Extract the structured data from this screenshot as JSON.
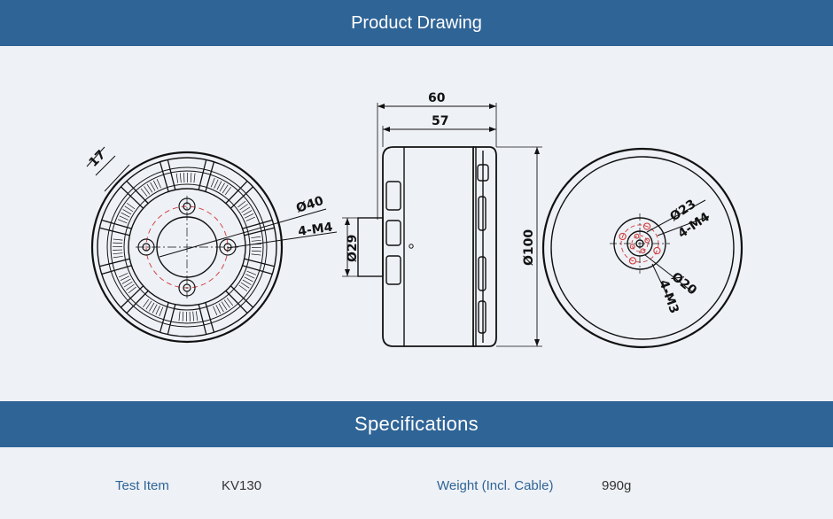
{
  "product_drawing": {
    "title": "Product Drawing",
    "front_view": {
      "dim_spoke_width": "17",
      "dim_bolt_circle": "Ø40",
      "dim_bolt_holes": "4-M4"
    },
    "side_view": {
      "dim_total_length": "60",
      "dim_body_length": "57",
      "dim_shaft_diameter": "Ø29",
      "dim_outer_diameter": "Ø100"
    },
    "rear_view": {
      "dim_outer_bolt_circle": "Ø23",
      "dim_outer_bolt_holes": "4-M4",
      "dim_inner_bolt_circle": "Ø20",
      "dim_inner_bolt_holes": "4-M3"
    },
    "colors": {
      "line": "#111111",
      "accent_red": "#d23a3a",
      "header": "#2f6496"
    }
  },
  "specifications": {
    "title": "Specifications",
    "rows": [
      {
        "label_1": "Test Item",
        "value_1": "KV130",
        "label_2": "Weight (Incl. Cable)",
        "value_2": "990g"
      }
    ]
  }
}
